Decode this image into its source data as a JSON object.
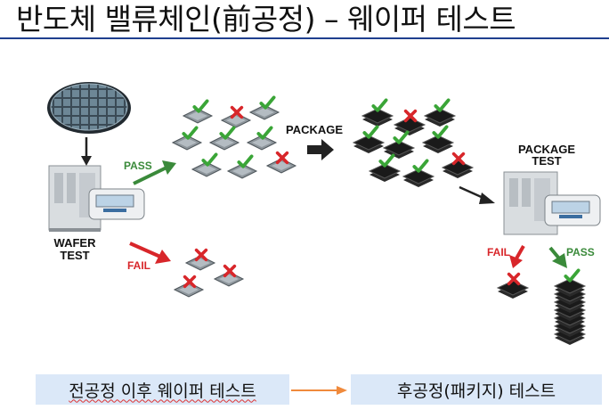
{
  "title": "반도체 밸류체인(前공정) – 웨이퍼 테스트",
  "labels": {
    "wafer_test_line1": "WAFER",
    "wafer_test_line2": "TEST",
    "pass_left": "PASS",
    "fail_left": "FAIL",
    "package": "PACKAGE",
    "package_test_line1": "PACKAGE",
    "package_test_line2": "TEST",
    "fail_right": "FAIL",
    "pass_right": "PASS"
  },
  "flow": {
    "before": "전공정 이후 웨이퍼 테스트",
    "after": "후공정(패키지) 테스트"
  },
  "colors": {
    "title_rule": "#1f3f8f",
    "pass_arrow": "#3a8a3a",
    "fail_arrow": "#d8262a",
    "check": "#3aa537",
    "cross": "#d8262a",
    "flow_arrow": "#f08a3c",
    "box_fill": "#dbe8f8"
  },
  "icons": {
    "pass": "check-icon",
    "fail": "x-icon"
  }
}
